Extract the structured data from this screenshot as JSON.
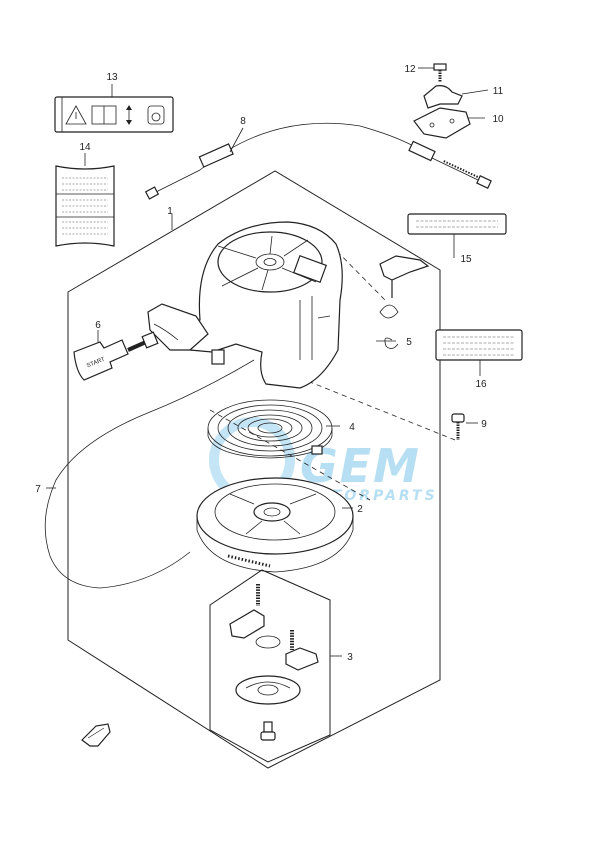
{
  "callouts": {
    "c1": "1",
    "c2": "2",
    "c3": "3",
    "c4": "4",
    "c5": "5",
    "c6": "6",
    "c7": "7",
    "c8": "8",
    "c9": "9",
    "c10": "10",
    "c11": "11",
    "c12": "12",
    "c13": "13",
    "c14": "14",
    "c15": "15",
    "c16": "16"
  },
  "handle_text": "START",
  "watermark": {
    "main": "GEM",
    "sub": "MOTORPARTS"
  },
  "colors": {
    "line": "#222222",
    "watermark": "#7dc6ea",
    "background": "#ffffff"
  }
}
